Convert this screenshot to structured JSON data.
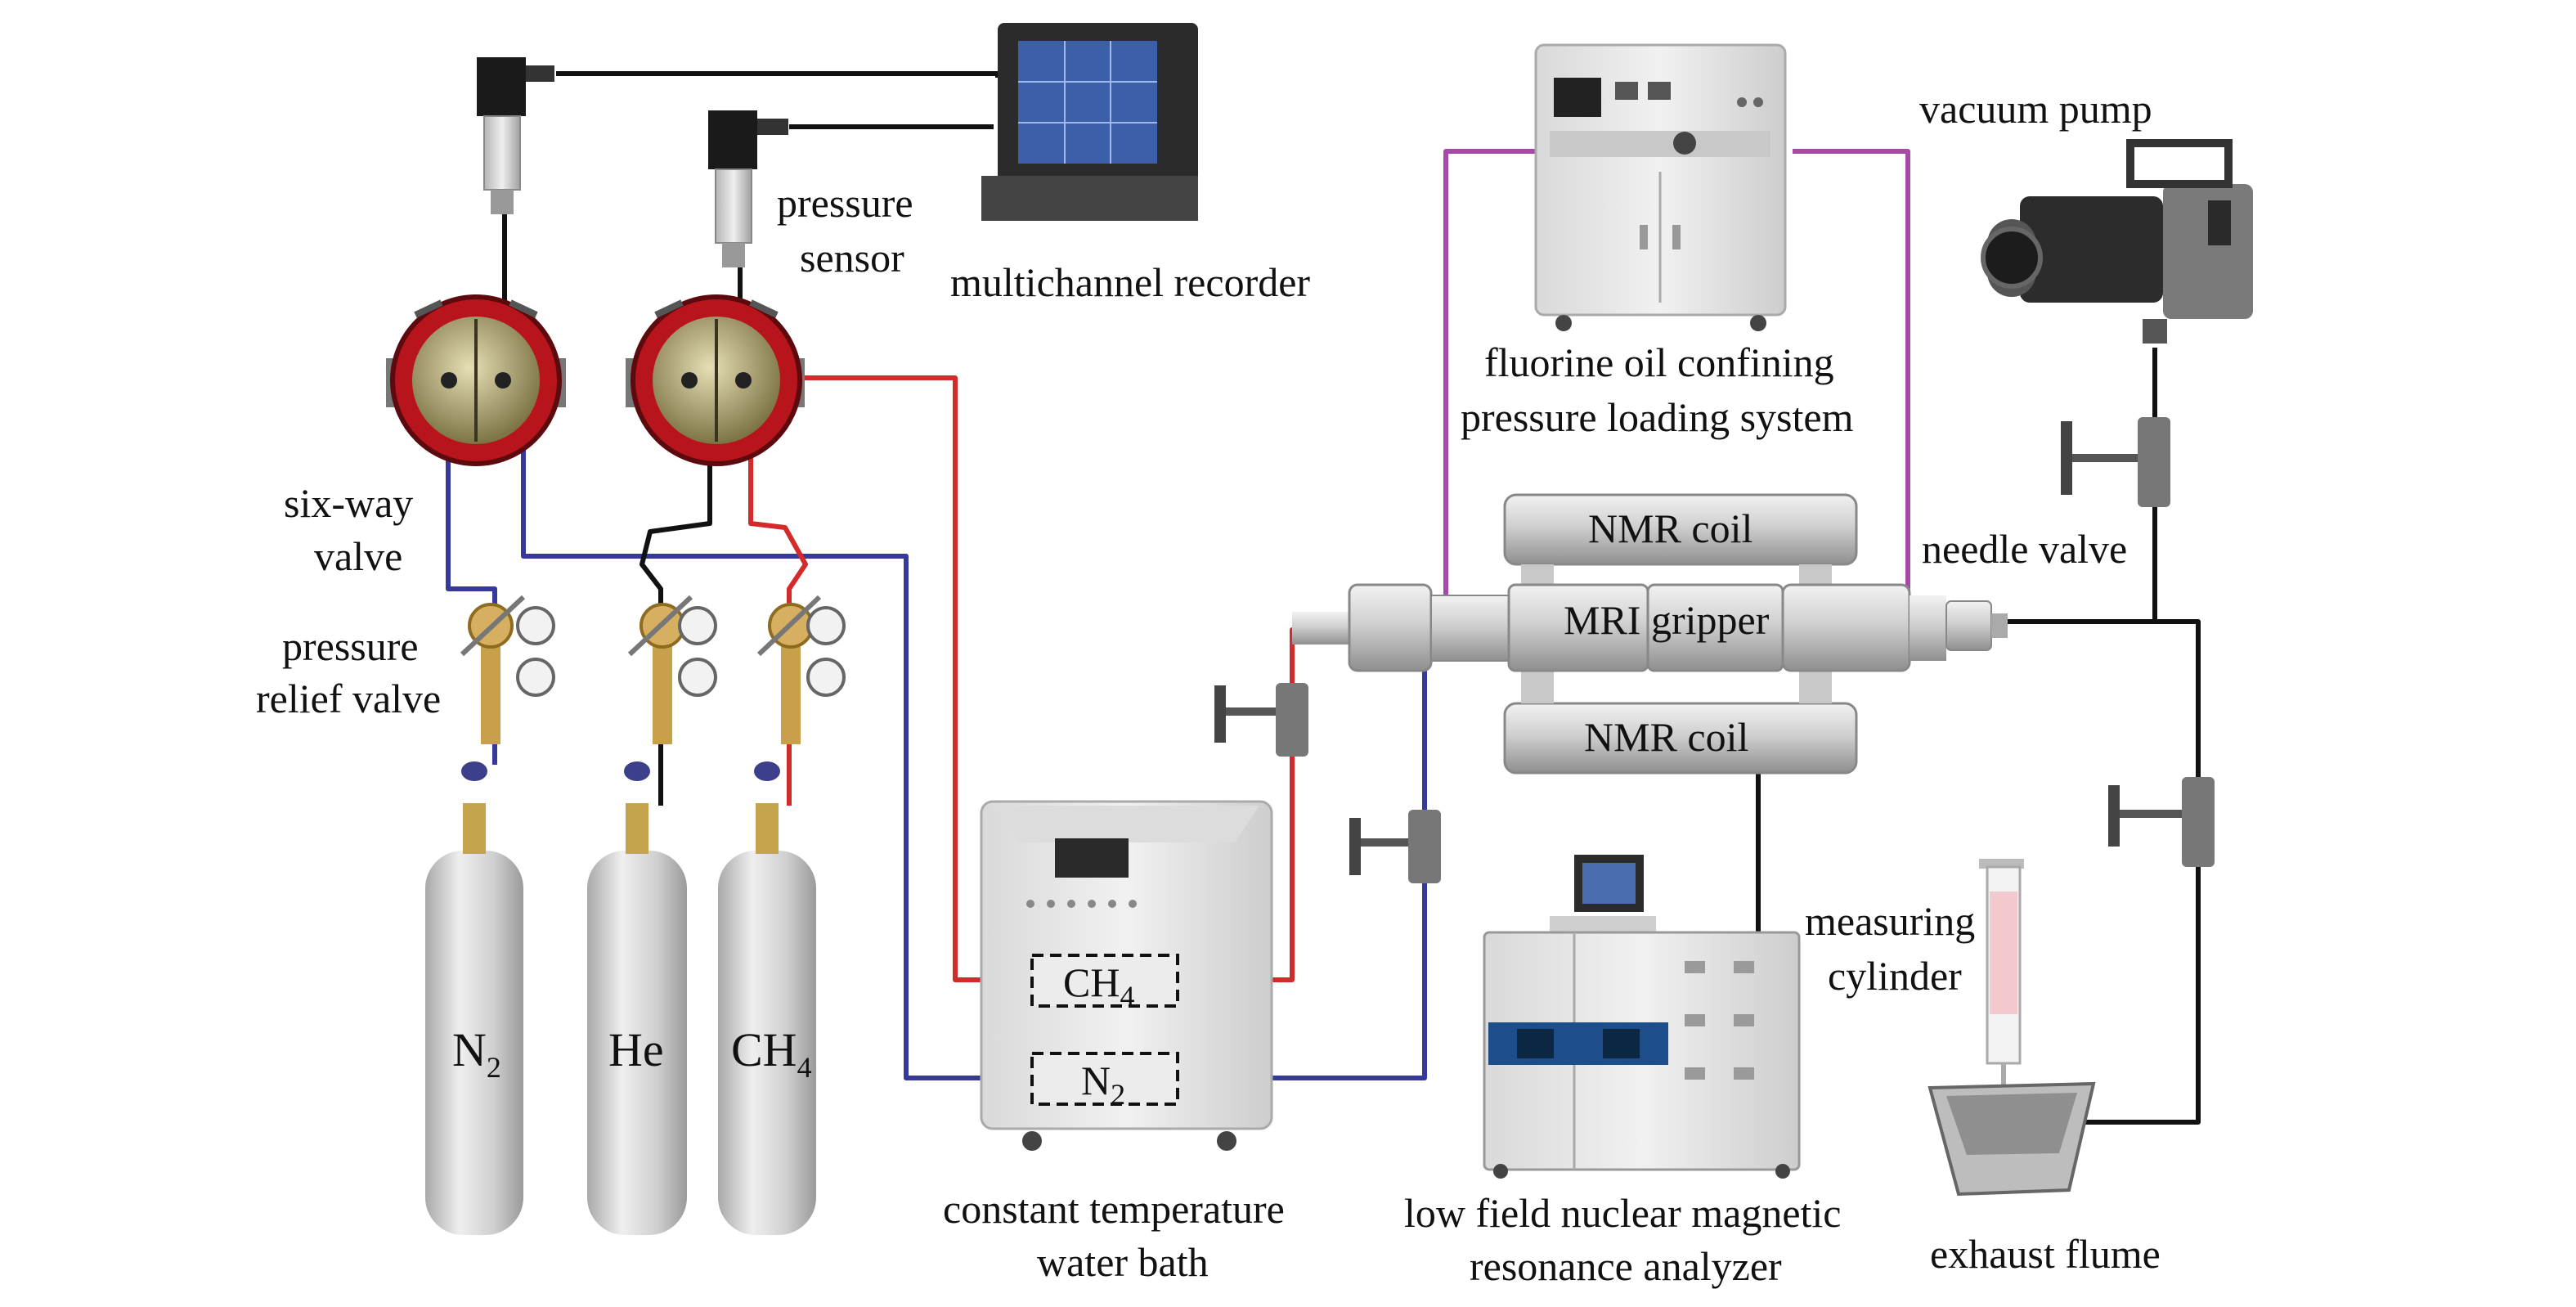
{
  "colors": {
    "red_line": "#d42a2a",
    "blue_line": "#36389a",
    "purple_line": "#a64aa8",
    "black_line": "#111111",
    "cylinder_gray": "#cfcfcf",
    "valve_red": "#b8141c",
    "valve_brass": "#c3ba8c"
  },
  "icons": [
    "gas-cylinder-icon",
    "pressure-sensor-icon",
    "six-way-valve-icon",
    "pressure-relief-valve-icon",
    "needle-valve-icon",
    "recorder-icon",
    "cabinet-icon",
    "water-bath-icon",
    "vacuum-pump-icon",
    "nmr-analyzer-icon",
    "measuring-cylinder-icon",
    "exhaust-flume-icon"
  ],
  "labels": {
    "multichannel_recorder": "multichannel recorder",
    "pressure_sensor": [
      "pressure",
      "sensor"
    ],
    "six_way_valve": [
      "six-way",
      "valve"
    ],
    "pressure_relief_valve": [
      "pressure",
      "relief valve"
    ],
    "fluorine_system": [
      "fluorine oil confining",
      "pressure loading system"
    ],
    "vacuum_pump": "vacuum pump",
    "needle_valve": "needle valve",
    "nmr_coil_top": "NMR coil",
    "mri_gripper": "MRI gripper",
    "nmr_coil_bottom": "NMR coil",
    "measuring_cylinder": [
      "measuring",
      "cylinder"
    ],
    "water_bath": [
      "constant temperature",
      "water bath"
    ],
    "nmr_analyzer": [
      "low field nuclear magnetic",
      "resonance analyzer"
    ],
    "exhaust_flume": "exhaust flume"
  },
  "cylinders": [
    {
      "main": "N",
      "sub": "2"
    },
    {
      "main": "He",
      "sub": ""
    },
    {
      "main": "CH",
      "sub": "4"
    }
  ],
  "bath_boxes": [
    {
      "main": "CH",
      "sub": "4"
    },
    {
      "main": "N",
      "sub": "2"
    }
  ]
}
